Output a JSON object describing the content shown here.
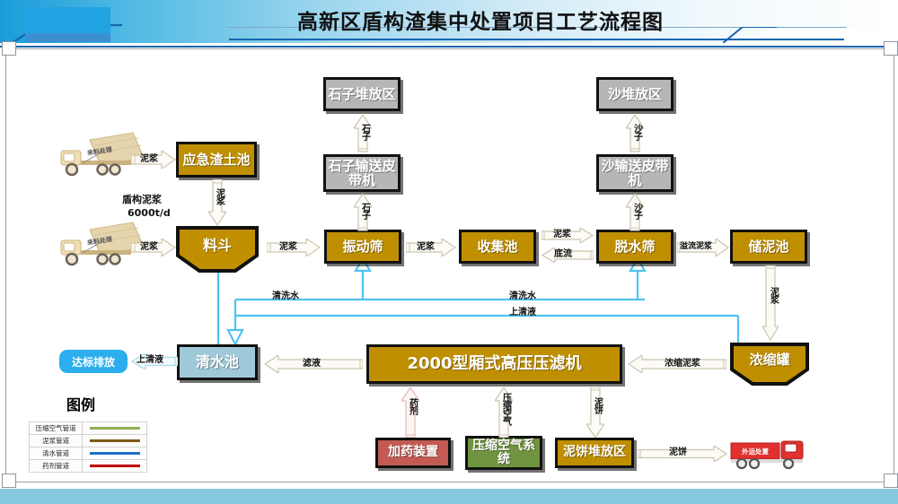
{
  "header": {
    "title": "高新区盾构渣集中处置项目工艺流程图",
    "logo_name": "brand-logo"
  },
  "notes": {
    "feed_rate": "盾构泥浆\n6000t/d",
    "feed_rate_line1": "盾构泥浆",
    "feed_rate_line2": "6000t/d",
    "legend_title": "图例"
  },
  "trucks": [
    {
      "name": "incoming-truck-top",
      "label": "来料处理"
    },
    {
      "name": "incoming-truck-bottom",
      "label": "来料处理"
    },
    {
      "name": "outgoing-truck",
      "label": "外运处置"
    }
  ],
  "nodes": [
    {
      "id": "emergency-slag-pool",
      "label": "应急渣土池",
      "color": "#bf8f00",
      "style": "gold"
    },
    {
      "id": "hopper",
      "label": "料斗",
      "color": "#bf8f00",
      "style": "hopper"
    },
    {
      "id": "stone-stack-area",
      "label": "石子堆放区",
      "color": "#b6b6b6",
      "style": "gray"
    },
    {
      "id": "stone-conveyor-belt",
      "label": "石子输送皮带机",
      "color": "#b6b6b6",
      "style": "gray"
    },
    {
      "id": "vibrating-screen",
      "label": "振动筛",
      "color": "#bf8f00",
      "style": "gold"
    },
    {
      "id": "collection-pool",
      "label": "收集池",
      "color": "#bf8f00",
      "style": "gold"
    },
    {
      "id": "sand-stack-area",
      "label": "沙堆放区",
      "color": "#b6b6b6",
      "style": "gray"
    },
    {
      "id": "sand-conveyor-belt",
      "label": "沙输送皮带机",
      "color": "#b6b6b6",
      "style": "gray"
    },
    {
      "id": "dewatering-screen",
      "label": "脱水筛",
      "color": "#bf8f00",
      "style": "gold"
    },
    {
      "id": "mud-storage-pool",
      "label": "储泥池",
      "color": "#bf8f00",
      "style": "gold"
    },
    {
      "id": "thickener-tank",
      "label": "浓缩罐",
      "color": "#bf8f00",
      "style": "hopper"
    },
    {
      "id": "filter-press",
      "label": "2000型厢式高压压滤机",
      "color": "#bf8f00",
      "style": "gold"
    },
    {
      "id": "clean-water-pool",
      "label": "清水池",
      "color": "#9fc9d8",
      "style": "cyan"
    },
    {
      "id": "discharge-badge",
      "label": "达标排放",
      "color": "#2caeee",
      "style": "pill"
    },
    {
      "id": "dosing-device",
      "label": "加药装置",
      "color": "#c35a54",
      "style": "red"
    },
    {
      "id": "compressed-air-system",
      "label": "压缩空气系统",
      "color": "#6f933f",
      "style": "green"
    },
    {
      "id": "mud-cake-stack-area",
      "label": "泥饼堆放区",
      "color": "#bf8f00",
      "style": "gold"
    }
  ],
  "flow_labels": {
    "slurry": "泥浆",
    "slurry_v": "泥浆",
    "stone": "石子",
    "sand": "沙子",
    "bottom_flow": "底流",
    "overflow_slurry": "溢流泥浆",
    "wash_water": "清洗水",
    "supernatant": "上清液",
    "filtrate": "滤液",
    "concentrated_slurry": "浓缩泥浆",
    "reagent": "药剂",
    "compressed_air": "压缩空气",
    "mud_cake": "泥饼"
  },
  "legend": {
    "title": "图例",
    "rows": [
      {
        "label": "压缩空气管道",
        "color": "#8fae54"
      },
      {
        "label": "泥浆管道",
        "color": "#7d5a14"
      },
      {
        "label": "清水管道",
        "color": "#1f6fc4"
      },
      {
        "label": "药剂管道",
        "color": "#c00000"
      }
    ]
  },
  "colors": {
    "header_accent": "#1a9cd8",
    "frame_line": "#1565b0",
    "gold": "#bf8f00",
    "gray": "#b6b6b6",
    "cyan": "#9fc9d8",
    "water_line": "#4ec3f0",
    "footer_bar": "#86c9de"
  }
}
